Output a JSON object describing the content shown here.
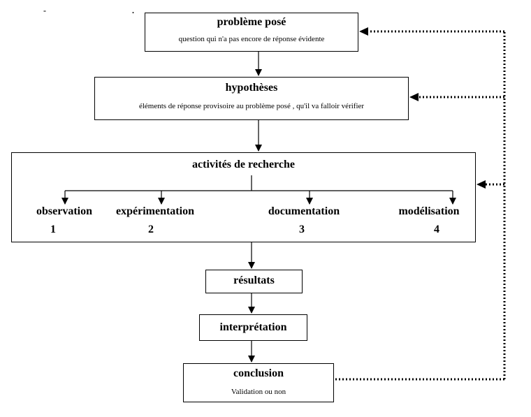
{
  "stray_marks": "- .",
  "nodes": {
    "probleme": {
      "title": "problème posé",
      "subtitle": "question qui n'a pas encore de réponse évidente"
    },
    "hypotheses": {
      "title": "hypothèses",
      "subtitle": "éléments de réponse provisoire au problème posé , qu'il va falloir vérifier"
    },
    "activites": {
      "title": "activités de recherche",
      "branches": [
        {
          "label": "observation",
          "number": "1"
        },
        {
          "label": "expérimentation",
          "number": "2"
        },
        {
          "label": "documentation",
          "number": "3"
        },
        {
          "label": "modélisation",
          "number": "4"
        }
      ]
    },
    "resultats": {
      "title": "résultats"
    },
    "interpretation": {
      "title": "interprétation"
    },
    "conclusion": {
      "title": "conclusion",
      "subtitle": "Validation ou non"
    }
  },
  "edges": [
    {
      "from": "probleme",
      "to": "hypotheses",
      "style": "solid"
    },
    {
      "from": "hypotheses",
      "to": "activites",
      "style": "solid"
    },
    {
      "from": "activites",
      "to": "resultats",
      "style": "solid"
    },
    {
      "from": "resultats",
      "to": "interpretation",
      "style": "solid"
    },
    {
      "from": "interpretation",
      "to": "conclusion",
      "style": "solid"
    },
    {
      "from": "conclusion",
      "to": "probleme",
      "style": "dotted"
    },
    {
      "from": "conclusion",
      "to": "hypotheses",
      "style": "dotted"
    },
    {
      "from": "conclusion",
      "to": "activites",
      "style": "dotted"
    }
  ],
  "colors": {
    "line": "#000000",
    "background": "#ffffff"
  }
}
